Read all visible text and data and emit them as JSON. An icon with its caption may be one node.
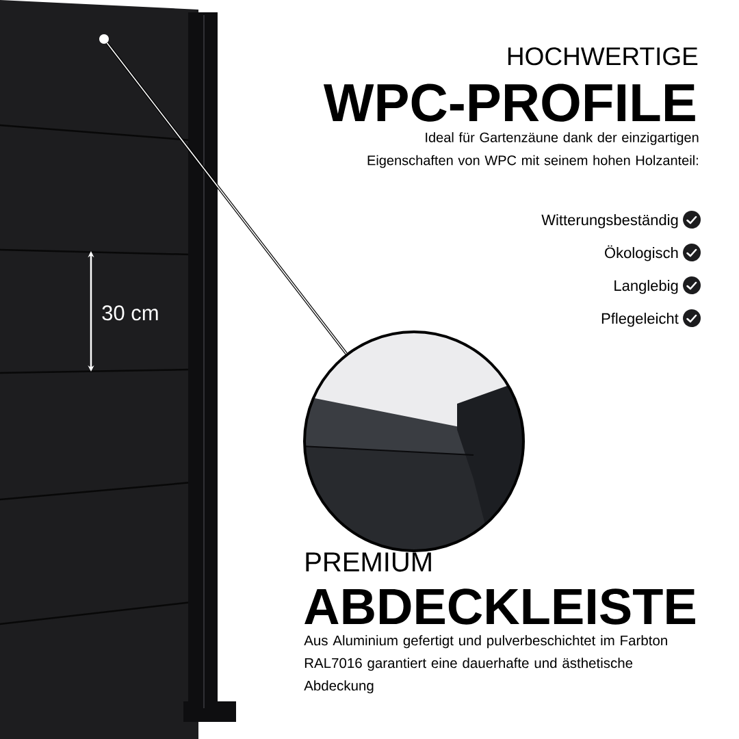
{
  "diagram": {
    "nodes": [
      {
        "text": [],
        "shape": "circle"
      },
      {
        "text": [],
        "shape": "picture"
      }
    ],
    "edges": [
      {
        "from": 0,
        "to": 1,
        "arrow": "none"
      }
    ],
    "labels": [
      "30 cm",
      "HOCHWERTIGE",
      "WPC-PROFILE",
      "Ideal für Gartenzäune dank der einzigartigen Eigenschaften von WPC mit seinem hohen Holzanteil:",
      "Witterungsbeständig",
      "Ökologisch",
      "Langlebig",
      "Pflegeleicht",
      "PREMIUM",
      "ABDECKLEISTE",
      "Aus Aluminium gefertigt und pulverbeschichtet im Farbton RAL7016 garantiert eine dauerhafte und ästhetische Abdeckung"
    ]
  }
}
